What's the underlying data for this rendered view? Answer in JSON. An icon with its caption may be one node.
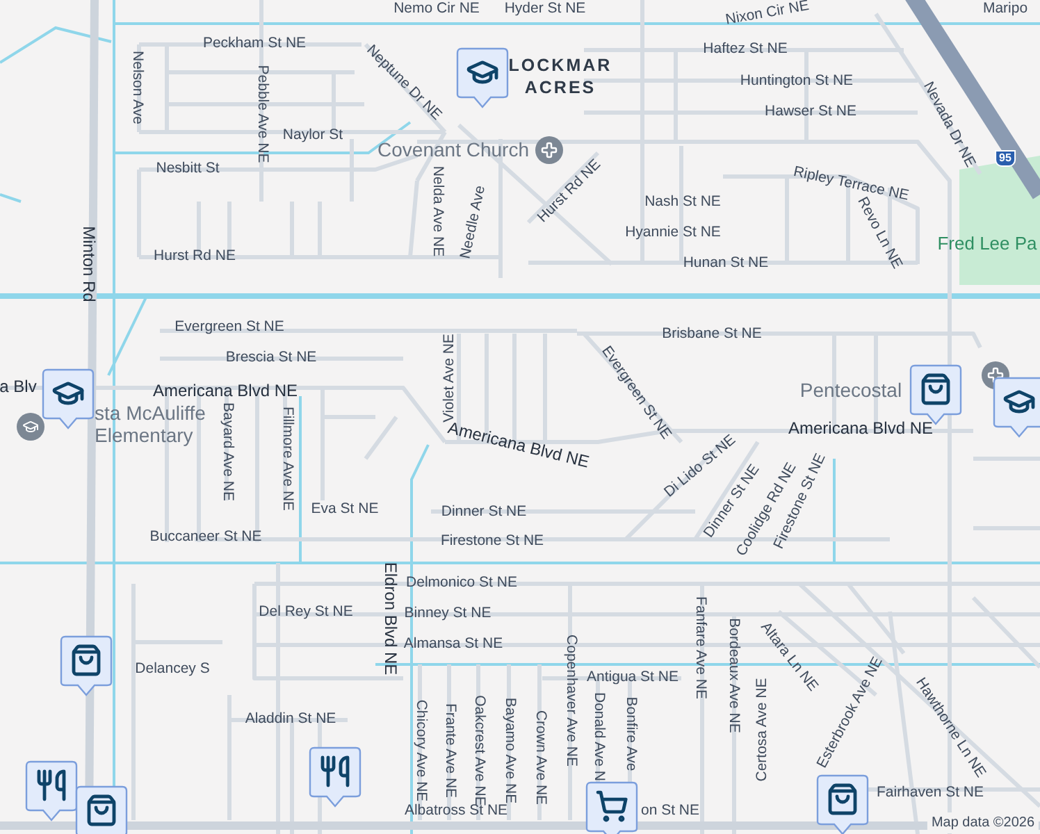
{
  "diagram": {
    "labels": [
      "Nemo Cir NE",
      "Hyder St NE",
      "Nixon Cir NE",
      "Maripo",
      "Nelson Ave",
      "Peckham St NE",
      "Pebble Ave NE",
      "Neptune Dr NE",
      "Haftez St NE",
      "LOCKMAR ACRES",
      "Huntington St NE",
      "Naylor St",
      "Hawser St NE",
      "Covenant Church",
      "Nesbitt St",
      "Nevada Dr NE",
      "Hurst Rd NE",
      "Ripley Terrace NE",
      "Nelda Ave NE",
      "Needle Ave",
      "Revo Ln NE",
      "Nash St NE",
      "Hyannie St NE",
      "Minton Rd",
      "Hurst Rd NE",
      "Hunan St NE",
      "Fred Lee Pa",
      "Evergreen St NE",
      "Brisbane St NE",
      "Violet Ave NE",
      "Brescia St NE",
      "Evergreen St NE",
      "a Blv",
      "Americana Blvd NE",
      "Pentecostal",
      "sta McAuliffe Elementary",
      "Americana Blvd NE",
      "Americana Blvd NE",
      "Bayard Ave NE",
      "Fillmore Ave NE",
      "Di Lido St NE",
      "Dinner St NE",
      "Coolidge Rd NE",
      "Firestone St NE",
      "Eva St NE",
      "Dinner St NE",
      "Buccaneer St NE",
      "Firestone St NE",
      "Delmonico St NE",
      "Del Rey St NE",
      "Binney St NE",
      "Eldron Blvd NE",
      "Almansa St NE",
      "Fanfare Ave NE",
      "Bordeaux Ave NE",
      "Altara Ln NE",
      "Esterbrook Ave NE",
      "Hawthorne Ln NE",
      "Delancey S",
      "Copenhaver Ave NE",
      "Antigua St NE",
      "Certosa Ave NE",
      "Aladdin St NE",
      "Chicory Ave NE",
      "Frante Ave NE",
      "Oakcrest Ave NE",
      "Bayamo Ave NE",
      "Crown Ave NE",
      "Donald Ave N",
      "Bonfire Ave",
      "Fairhaven St NE",
      "Albatross St NE",
      "on St NE",
      "Map data ©2026",
      "95"
    ]
  }
}
